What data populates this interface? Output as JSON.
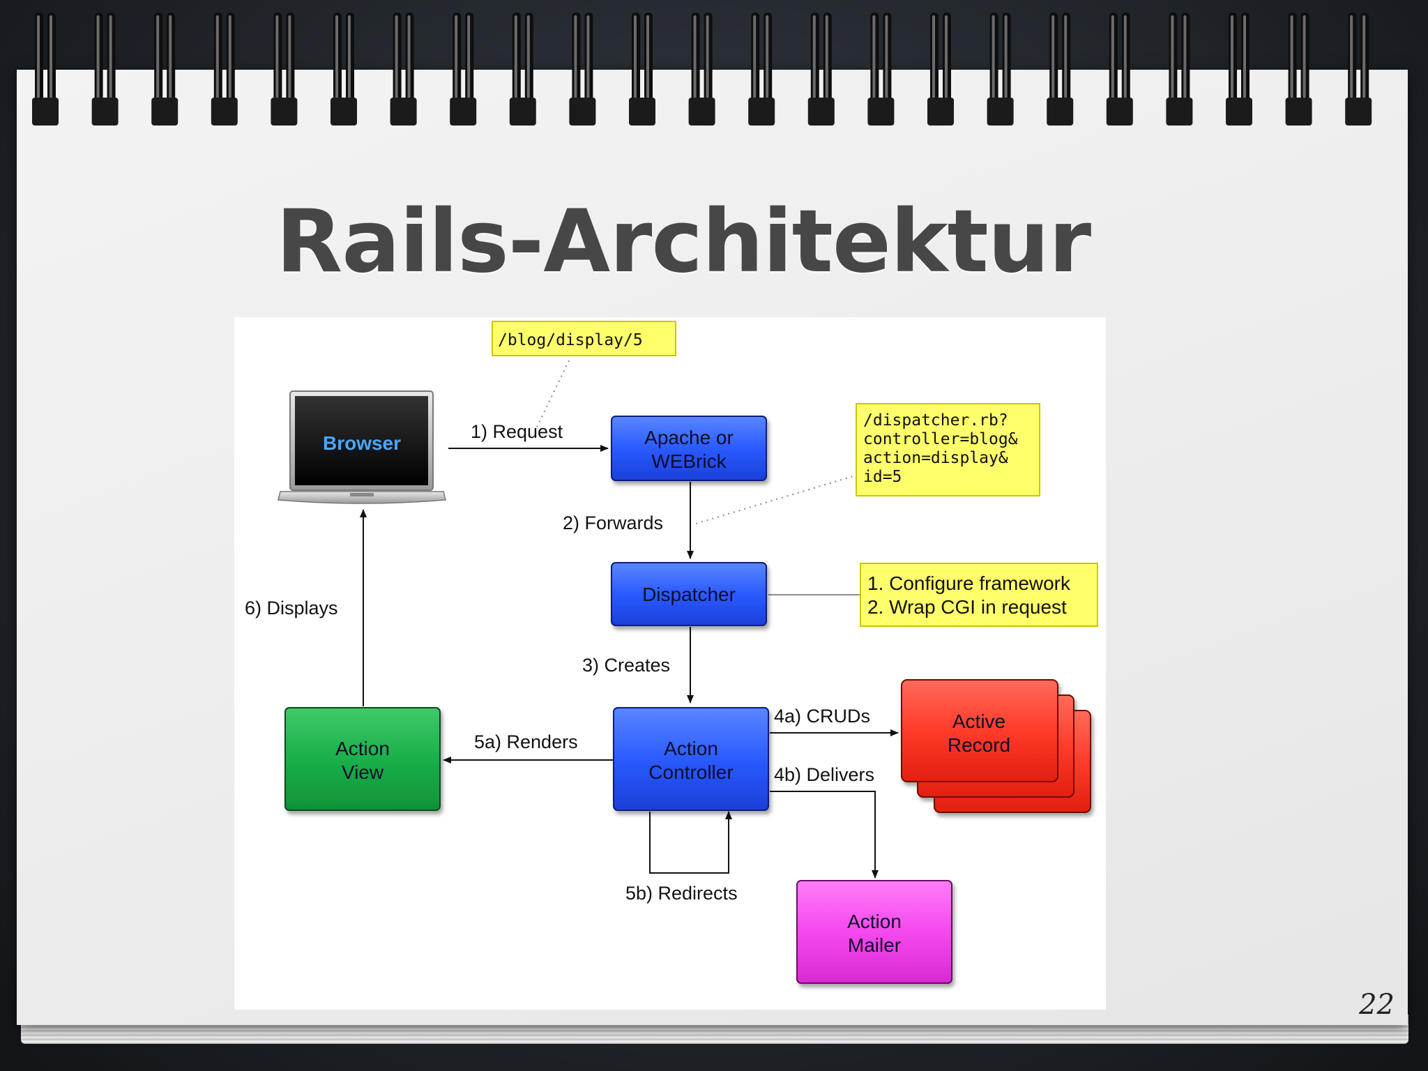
{
  "slide": {
    "title": "Rails-Architektur",
    "page_number": "22"
  },
  "diagram": {
    "url_note": "/blog/display/5",
    "dispatch_note": [
      "/dispatcher.rb?",
      "controller=blog&",
      "action=display&",
      "id=5"
    ],
    "config_note": [
      "1. Configure framework",
      "2. Wrap CGI in request"
    ],
    "nodes": {
      "browser": "Browser",
      "webserver": [
        "Apache or",
        "WEBrick"
      ],
      "dispatcher": "Dispatcher",
      "controller": [
        "Action",
        "Controller"
      ],
      "view": [
        "Action",
        "View"
      ],
      "record": [
        "Active",
        "Record"
      ],
      "mailer": [
        "Action",
        "Mailer"
      ]
    },
    "edges": {
      "request": "1) Request",
      "forwards": "2) Forwards",
      "creates": "3) Creates",
      "cruds": "4a) CRUDs",
      "delivers": "4b) Delivers",
      "renders": "5a) Renders",
      "redirects": "5b) Redirects",
      "displays": "6) Displays"
    },
    "colors": {
      "blue": "#1f4ff0",
      "green": "#16a640",
      "red": "#f22a1c",
      "magenta": "#ee3ce8",
      "note_yellow": "#ffff66"
    }
  }
}
